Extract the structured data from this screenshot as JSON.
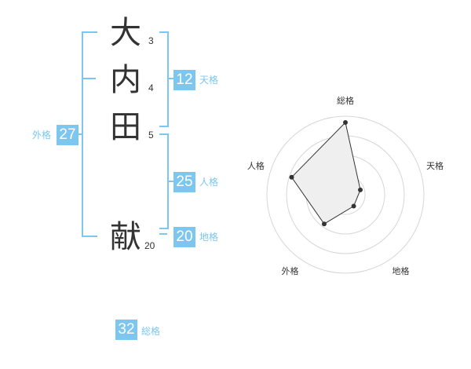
{
  "name": {
    "surname": [
      {
        "char": "大",
        "strokes": "3"
      },
      {
        "char": "内",
        "strokes": "4"
      },
      {
        "char": "田",
        "strokes": "5"
      }
    ],
    "given": [
      {
        "char": "献",
        "strokes": "20"
      }
    ]
  },
  "kaku": {
    "tenkaku": {
      "value": "12",
      "label": "天格"
    },
    "jinkaku": {
      "value": "25",
      "label": "人格"
    },
    "chikaku": {
      "value": "20",
      "label": "地格"
    },
    "gaikaku": {
      "value": "27",
      "label": "外格"
    },
    "soukaku": {
      "value": "32",
      "label": "総格"
    }
  },
  "colors": {
    "accent": "#7cc6f0",
    "text": "#333333",
    "radar_fill": "#efefef"
  },
  "chart_data": {
    "type": "radar",
    "axes": [
      "総格",
      "天格",
      "地格",
      "外格",
      "人格"
    ],
    "scale_max": 5,
    "rings": 4,
    "values": [
      4.6,
      1.0,
      0.9,
      2.3,
      3.6
    ]
  }
}
